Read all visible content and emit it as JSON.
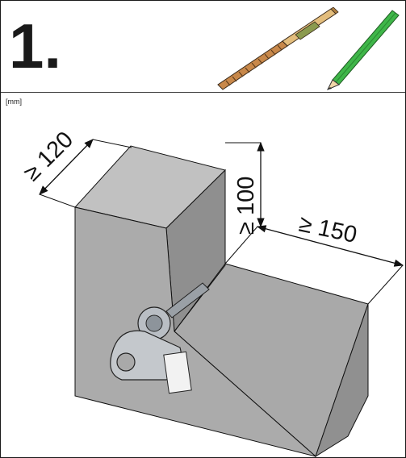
{
  "step": {
    "number": "1."
  },
  "units": {
    "label": "[mm]"
  },
  "dimensions": {
    "depth": "≥ 120",
    "height": "≥ 100",
    "width": "≥ 150"
  },
  "icons": [
    "drill-icon",
    "pencil-icon"
  ],
  "colors": {
    "pencil_green": "#3fb649",
    "drill_wood": "#e0b878",
    "concrete_front": "#a9a9a9",
    "concrete_top": "#c0c0c0",
    "concrete_side": "#8f8f8f"
  }
}
